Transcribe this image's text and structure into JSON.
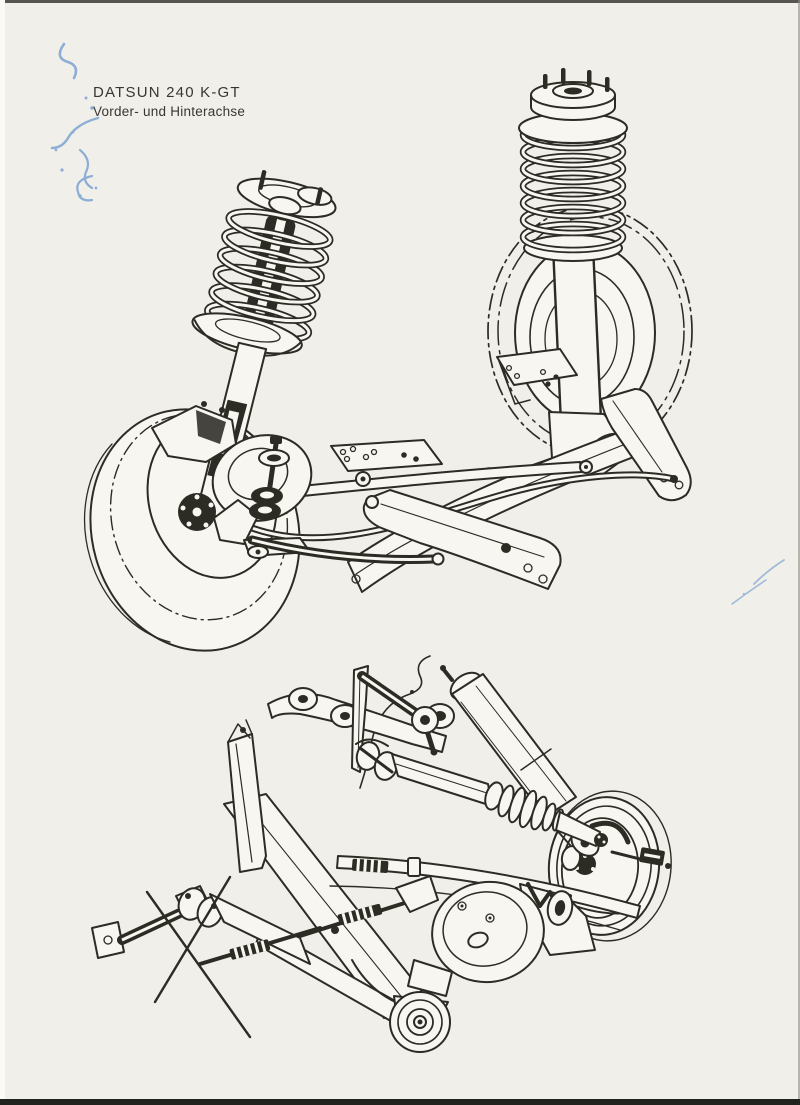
{
  "photo": {
    "title": "DATSUN 240 K-GT",
    "subtitle": "Vorder- und Hinterachse"
  },
  "figures": {
    "top": "front-axle-with-macpherson-struts-illustration",
    "bottom": "rear-axle-suspension-illustration"
  },
  "marks": {
    "top_left": "blue-ink-scribble",
    "right": "blue-ink-streak"
  },
  "colors": {
    "paper": "#f1efe9",
    "part_face": "#f7f6f0",
    "ink": "#2c2b24",
    "text_ink": "#38372f",
    "blue_ink": "#6b99d0",
    "edge_dark": "#21211d"
  }
}
